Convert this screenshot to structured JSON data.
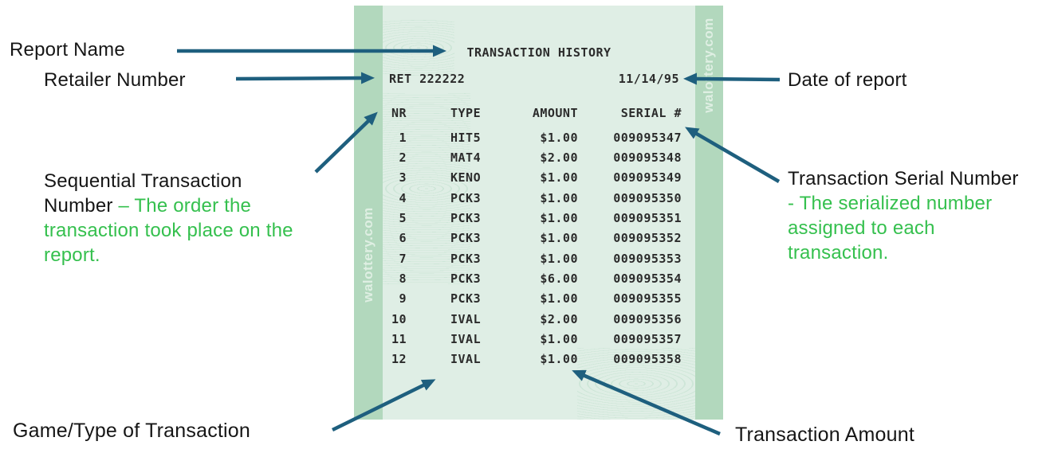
{
  "colors": {
    "arrow": "#1e5f7e",
    "green_text": "#35c04e",
    "black_text": "#161616",
    "receipt_background": "#dfeee5",
    "receipt_strip": "#b2d8bd",
    "receipt_text": "#2b2b2b"
  },
  "annotations": {
    "report_name": {
      "label": "Report Name"
    },
    "retailer_number": {
      "label": "Retailer Number"
    },
    "date_of_report": {
      "label": "Date of report"
    },
    "sequential": {
      "label_black": "Sequential Transaction Number",
      "label_green": "– The order the transaction took place on the report."
    },
    "serial": {
      "label_black": "Transaction Serial Number",
      "label_green": "- The serialized number assigned to each transaction."
    },
    "game_type": {
      "label": "Game/Type of Transaction"
    },
    "amount": {
      "label": "Transaction Amount"
    }
  },
  "receipt": {
    "title": "TRANSACTION HISTORY",
    "retailer": "RET 222222",
    "date": "11/14/95",
    "watermark": "walottery.com",
    "columns": [
      "NR",
      "TYPE",
      "AMOUNT",
      "SERIAL #"
    ],
    "rows": [
      {
        "nr": "1",
        "type": "HIT5",
        "amount": "$1.00",
        "serial": "009095347"
      },
      {
        "nr": "2",
        "type": "MAT4",
        "amount": "$2.00",
        "serial": "009095348"
      },
      {
        "nr": "3",
        "type": "KENO",
        "amount": "$1.00",
        "serial": "009095349"
      },
      {
        "nr": "4",
        "type": "PCK3",
        "amount": "$1.00",
        "serial": "009095350"
      },
      {
        "nr": "5",
        "type": "PCK3",
        "amount": "$1.00",
        "serial": "009095351"
      },
      {
        "nr": "6",
        "type": "PCK3",
        "amount": "$1.00",
        "serial": "009095352"
      },
      {
        "nr": "7",
        "type": "PCK3",
        "amount": "$1.00",
        "serial": "009095353"
      },
      {
        "nr": "8",
        "type": "PCK3",
        "amount": "$6.00",
        "serial": "009095354"
      },
      {
        "nr": "9",
        "type": "PCK3",
        "amount": "$1.00",
        "serial": "009095355"
      },
      {
        "nr": "10",
        "type": "IVAL",
        "amount": "$2.00",
        "serial": "009095356"
      },
      {
        "nr": "11",
        "type": "IVAL",
        "amount": "$1.00",
        "serial": "009095357"
      },
      {
        "nr": "12",
        "type": "IVAL",
        "amount": "$1.00",
        "serial": "009095358"
      }
    ]
  }
}
